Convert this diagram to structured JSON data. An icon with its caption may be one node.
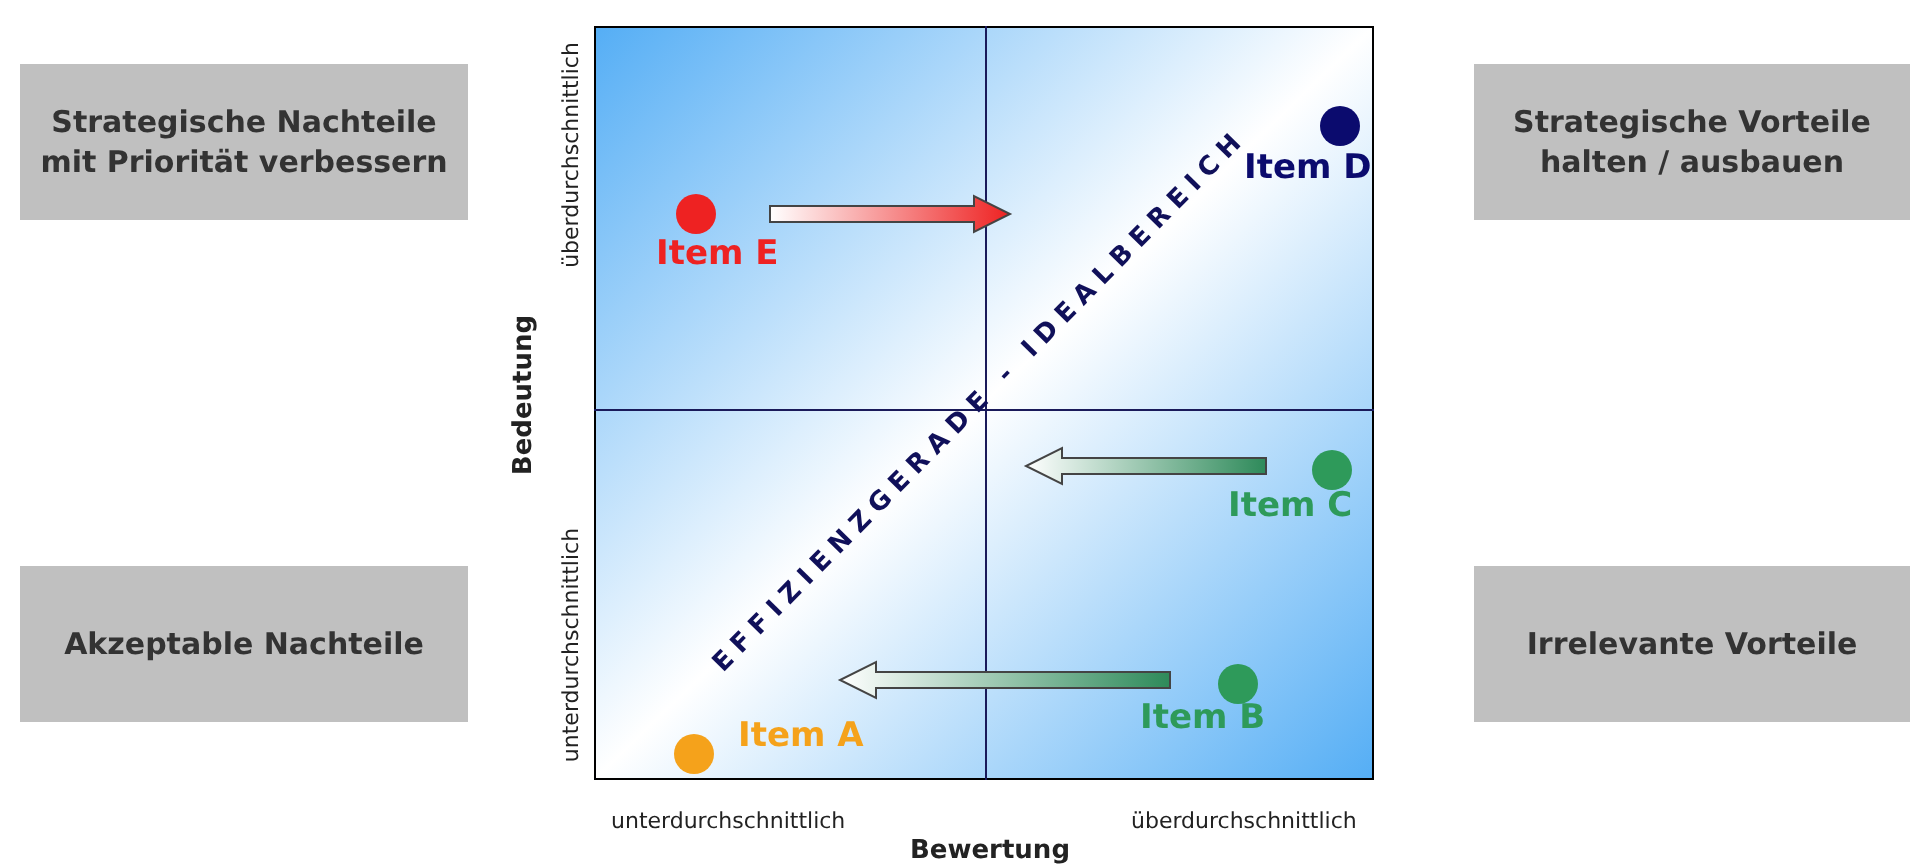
{
  "diagram": {
    "nodes": [
      {
        "text": [
          "Strategische Nachteile mit Priorität verbessern"
        ]
      },
      {
        "text": [
          "Strategische Vorteile halten / ausbauen"
        ]
      },
      {
        "text": [
          "Akzeptable Nachteile"
        ]
      },
      {
        "text": [
          "Irrelevante Vorteile"
        ]
      },
      {
        "text": [
          "Item D"
        ]
      },
      {
        "text": [
          "Item E"
        ]
      },
      {
        "text": [
          "Item C"
        ]
      },
      {
        "text": [
          "Item B"
        ]
      },
      {
        "text": [
          "Item A"
        ]
      }
    ],
    "edges": [
      {
        "from": 5,
        "to": null,
        "arrow": "to",
        "color": "#ee2222"
      },
      {
        "from": 6,
        "to": null,
        "arrow": "to"
      },
      {
        "from": 7,
        "to": null,
        "arrow": "to"
      }
    ],
    "labels": [
      "überdurchschnittlich",
      "EFFIZIENZGERADE - IDEALBEREICH",
      "Bedeutung",
      "unterdurchschnittlich",
      "unterdurchschnittlich",
      "überdurchschnittlich",
      "Bewertung"
    ]
  }
}
